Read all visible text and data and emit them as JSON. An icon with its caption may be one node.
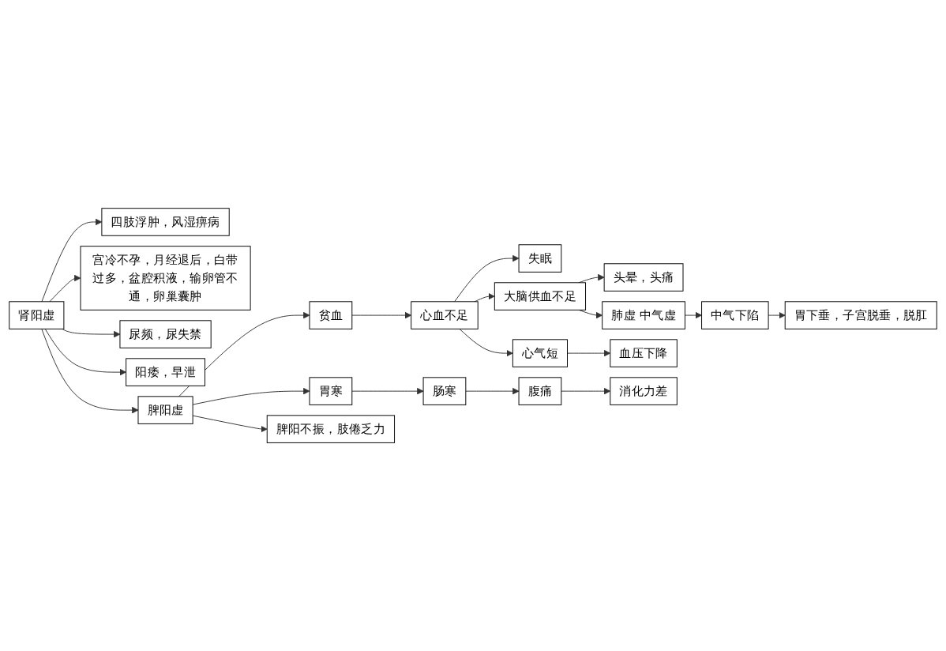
{
  "diagram": {
    "nodes": [
      {
        "text": [
          "肾阳虚"
        ]
      },
      {
        "text": [
          "脾阳虚"
        ]
      },
      {
        "text": [
          "贫血"
        ]
      },
      {
        "text": [
          "心血不足"
        ]
      },
      {
        "text": [
          "失眠"
        ]
      },
      {
        "text": [
          "大脑供血不足"
        ]
      },
      {
        "text": [
          "头晕，头痛"
        ]
      },
      {
        "text": [
          "肺虚 中气虚"
        ]
      },
      {
        "text": [
          "中气下陷"
        ]
      },
      {
        "text": [
          "胃下垂，子宫脱垂，脱肛"
        ]
      },
      {
        "text": [
          "心气短"
        ]
      },
      {
        "text": [
          "血压下降"
        ]
      },
      {
        "text": [
          "胃寒"
        ]
      },
      {
        "text": [
          "肠寒"
        ]
      },
      {
        "text": [
          "腹痛"
        ]
      },
      {
        "text": [
          "消化力差"
        ]
      },
      {
        "text": [
          "脾阳不振，肢倦乏力"
        ]
      },
      {
        "text": [
          "四肢浮肿，风湿痹病"
        ]
      },
      {
        "text": [
          "宫冷不孕，月经退后，白带过多，盆腔积液，输卵管不通，卵巢囊肿"
        ]
      },
      {
        "text": [
          "尿频，尿失禁"
        ]
      },
      {
        "text": [
          "阳痿，早泄"
        ]
      }
    ],
    "edges": [
      {
        "from": 0,
        "to": 1,
        "arrow": "to"
      },
      {
        "from": 1,
        "to": 2,
        "arrow": "to"
      },
      {
        "from": 2,
        "to": 3,
        "arrow": "to"
      },
      {
        "from": 3,
        "to": 4,
        "arrow": "to"
      },
      {
        "from": 3,
        "to": 5,
        "arrow": "to"
      },
      {
        "from": 5,
        "to": 6,
        "arrow": "to"
      },
      {
        "from": 5,
        "to": 7,
        "arrow": "to"
      },
      {
        "from": 7,
        "to": 8,
        "arrow": "to"
      },
      {
        "from": 8,
        "to": 9,
        "arrow": "to"
      },
      {
        "from": 3,
        "to": 10,
        "arrow": "to"
      },
      {
        "from": 10,
        "to": 11,
        "arrow": "to"
      },
      {
        "from": 1,
        "to": 12,
        "arrow": "to"
      },
      {
        "from": 12,
        "to": 13,
        "arrow": "to"
      },
      {
        "from": 13,
        "to": 14,
        "arrow": "to"
      },
      {
        "from": 14,
        "to": 15,
        "arrow": "to"
      },
      {
        "from": 1,
        "to": 16,
        "arrow": "to"
      },
      {
        "from": 0,
        "to": 17,
        "arrow": "to"
      },
      {
        "from": 0,
        "to": 18,
        "arrow": "to"
      },
      {
        "from": 0,
        "to": 19,
        "arrow": "to"
      },
      {
        "from": 0,
        "to": 20,
        "arrow": "to"
      }
    ]
  }
}
